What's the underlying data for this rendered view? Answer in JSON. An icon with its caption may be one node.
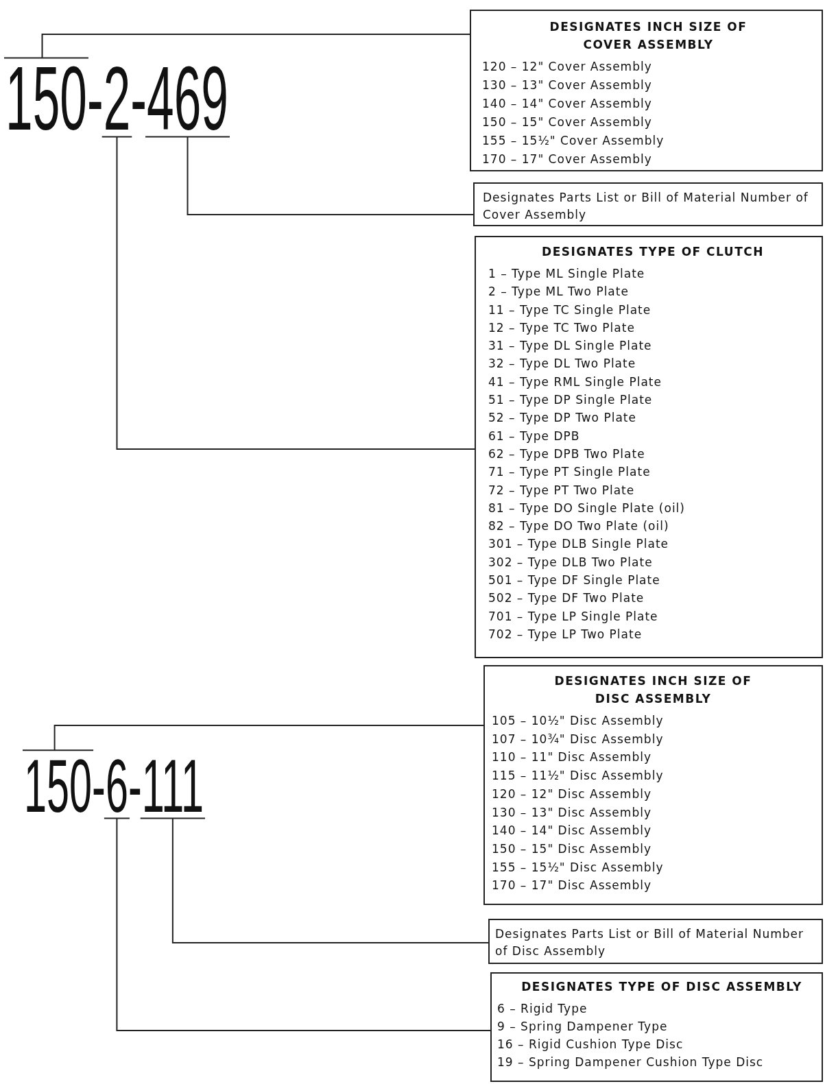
{
  "diagram": {
    "nodes": [
      {
        "text": [
          "150-2-469"
        ]
      },
      {
        "text": [
          "DESIGNATES INCH SIZE OF COVER ASSEMBLY",
          "120 – 12\" Cover Assembly",
          "130 – 13\" Cover Assembly",
          "140 – 14\" Cover Assembly",
          "150 – 15\" Cover Assembly",
          "155 – 15½\" Cover Assembly",
          "170 – 17\" Cover Assembly"
        ]
      },
      {
        "text": [
          "Designates Parts List or Bill of Material Number of Cover Assembly"
        ]
      },
      {
        "text": [
          "DESIGNATES TYPE OF CLUTCH",
          "1 – Type ML Single Plate",
          "2 – Type ML Two Plate",
          "11 – Type TC Single Plate",
          "12 – Type TC Two Plate",
          "31 – Type DL Single Plate",
          "32 – Type DL Two Plate",
          "41 – Type RML Single Plate",
          "51 – Type DP Single Plate",
          "52 – Type DP Two Plate",
          "61 – Type DPB",
          "62 – Type DPB Two Plate",
          "71 – Type PT Single Plate",
          "72 – Type PT Two Plate",
          "81 – Type DO Single Plate (oil)",
          "82 – Type DO Two Plate (oil)",
          "301 – Type DLB Single Plate",
          "302 – Type DLB Two Plate",
          "501 – Type DF Single Plate",
          "502 – Type DF Two Plate",
          "701 – Type LP Single Plate",
          "702 – Type LP Two Plate"
        ]
      },
      {
        "text": [
          "150-6-111"
        ]
      },
      {
        "text": [
          "DESIGNATES INCH SIZE OF DISC ASSEMBLY",
          "105 – 10½\" Disc Assembly",
          "107 – 10¾\" Disc Assembly",
          "110 – 11\" Disc Assembly",
          "115 – 11½\" Disc Assembly",
          "120 – 12\" Disc Assembly",
          "130 – 13\" Disc Assembly",
          "140 – 14\" Disc Assembly",
          "150 – 15\" Disc Assembly",
          "155 – 15½\" Disc Assembly",
          "170 – 17\" Disc Assembly"
        ]
      },
      {
        "text": [
          "Designates Parts List or Bill of Material Number of Disc Assembly"
        ]
      },
      {
        "text": [
          "DESIGNATES TYPE OF DISC ASSEMBLY",
          "6 – Rigid Type",
          "9 – Spring Dampener Type",
          "16 – Rigid Cushion Type Disc",
          "19 – Spring Dampener Cushion Type Disc"
        ]
      }
    ],
    "edges": [
      {
        "from": 0,
        "to": 1,
        "arrow": "none"
      },
      {
        "from": 0,
        "to": 2,
        "arrow": "none"
      },
      {
        "from": 0,
        "to": 3,
        "arrow": "none"
      },
      {
        "from": 4,
        "to": 5,
        "arrow": "none"
      },
      {
        "from": 4,
        "to": 6,
        "arrow": "none"
      },
      {
        "from": 4,
        "to": 7,
        "arrow": "none"
      }
    ]
  }
}
